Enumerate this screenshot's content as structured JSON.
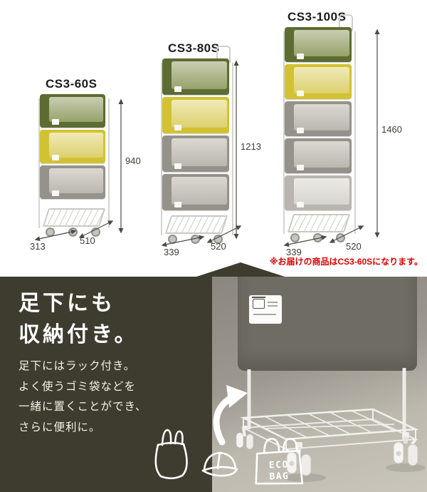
{
  "meta": {
    "note": "※お届けの商品はCS3-60Sになります。"
  },
  "products": [
    {
      "model": "CS3-60S",
      "height_label": "940",
      "width_label": "313",
      "depth_label": "510",
      "tiers": [
        "green",
        "yellow",
        "gray"
      ]
    },
    {
      "model": "CS3-80S",
      "height_label": "1213",
      "width_label": "339",
      "depth_label": "520",
      "tiers": [
        "green",
        "yellow",
        "gray",
        "gray"
      ]
    },
    {
      "model": "CS3-100S",
      "height_label": "1460",
      "width_label": "339",
      "depth_label": "520",
      "tiers": [
        "green",
        "yellow",
        "gray",
        "gray",
        "lightgray"
      ]
    }
  ],
  "feature": {
    "heading_line1": "足下にも",
    "heading_line2": "収納付き。",
    "body_lines": [
      "足下にはラック付き。",
      "よく使うゴミ袋などを",
      "一緒に置くことができ、",
      "さらに便利に。"
    ],
    "eco_line1": "ECO",
    "eco_line2": "BAG"
  },
  "colors": {
    "accent_bg": "#3d3c2f",
    "note_red": "#dd0000",
    "tiers": {
      "green": {
        "base": "#5d6c31",
        "panelTop": "#c9cdb2",
        "panel": "#97a26b"
      },
      "yellow": {
        "base": "#d2c232",
        "panelTop": "#f0eab8",
        "panel": "#ddd06e"
      },
      "gray": {
        "base": "#94928a",
        "panelTop": "#dad8d1",
        "panel": "#b9b7af"
      },
      "lightgray": {
        "base": "#b7b5ae",
        "panelTop": "#eceae5",
        "panel": "#d5d4ce"
      }
    }
  }
}
